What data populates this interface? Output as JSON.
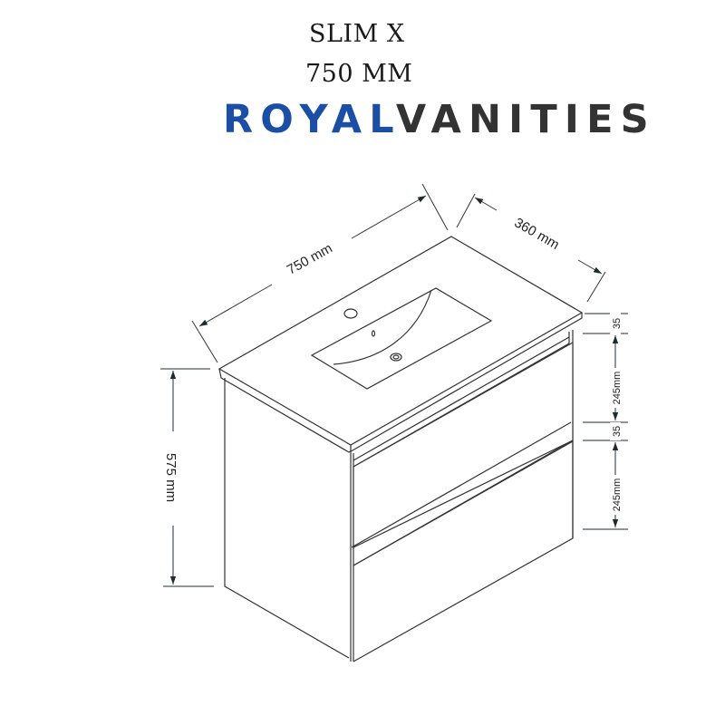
{
  "header": {
    "title_line1": "SLIM X",
    "title_line2": "750 MM"
  },
  "brand": {
    "part1": "ROYAL",
    "part2": "VANITIES",
    "colors": {
      "part1": "#1b4fa5",
      "part2": "#333333"
    }
  },
  "diagram": {
    "subject": "wall-hung vanity with basin top and two drawers",
    "line_color": "#333333",
    "dimensions": {
      "width": "750 mm",
      "depth": "360 mm",
      "height": "575 mm",
      "top_gap_1": "35",
      "drawer_1": "245mm",
      "top_gap_2": "35",
      "drawer_2": "245mm"
    }
  }
}
